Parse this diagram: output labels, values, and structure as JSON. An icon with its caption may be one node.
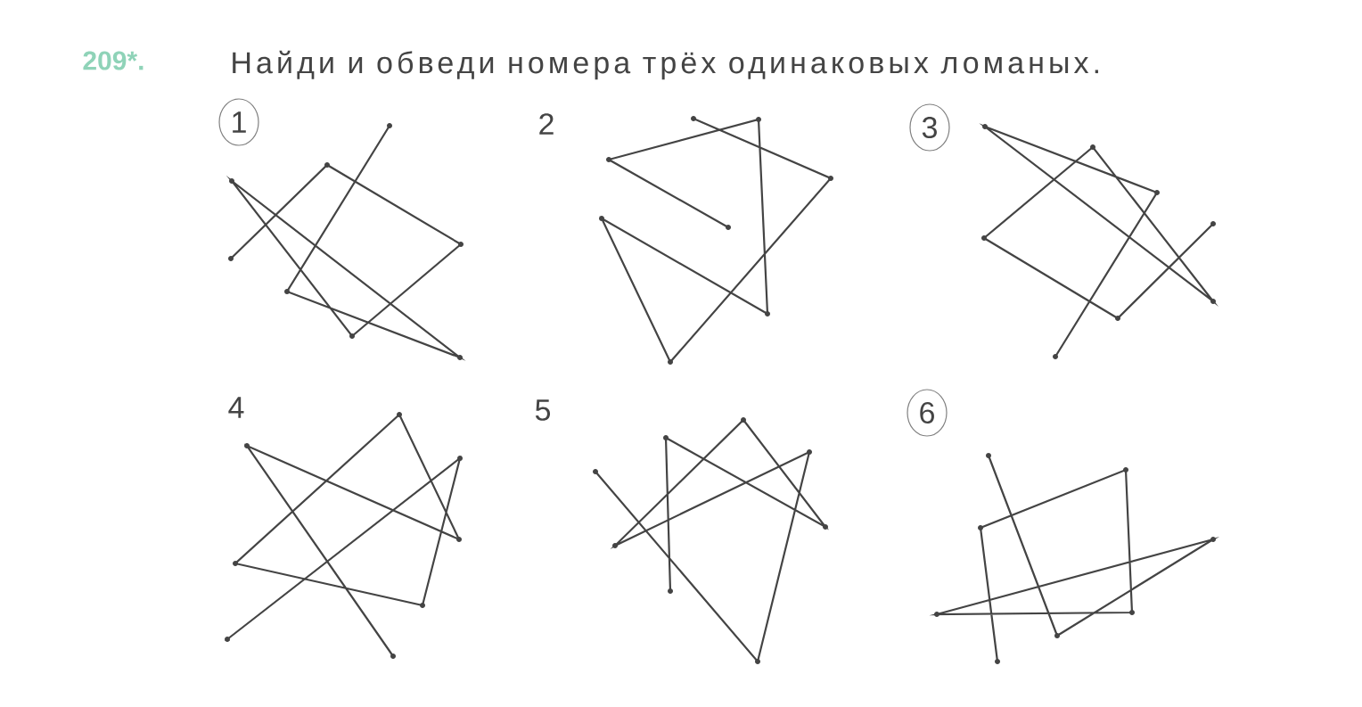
{
  "diagram": {
    "title": "Найди и обведи номера трёх одинаковых ломаных.",
    "labels": [
      "209*.",
      "1",
      "2",
      "3",
      "4",
      "5",
      "6"
    ]
  }
}
